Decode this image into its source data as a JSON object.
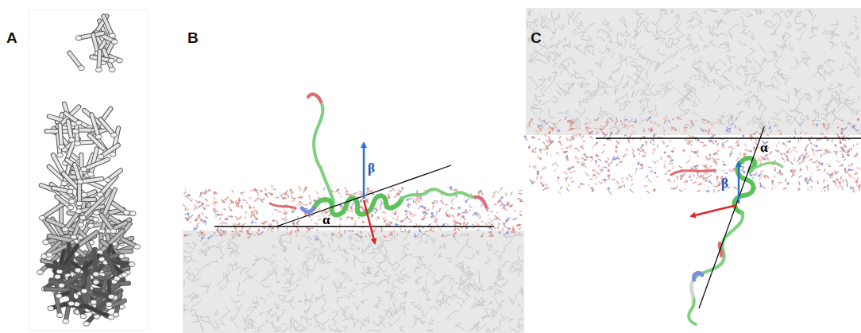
{
  "diagram": {
    "labels": [
      "A",
      "B",
      "C",
      "α",
      "β",
      "α",
      "β"
    ]
  }
}
